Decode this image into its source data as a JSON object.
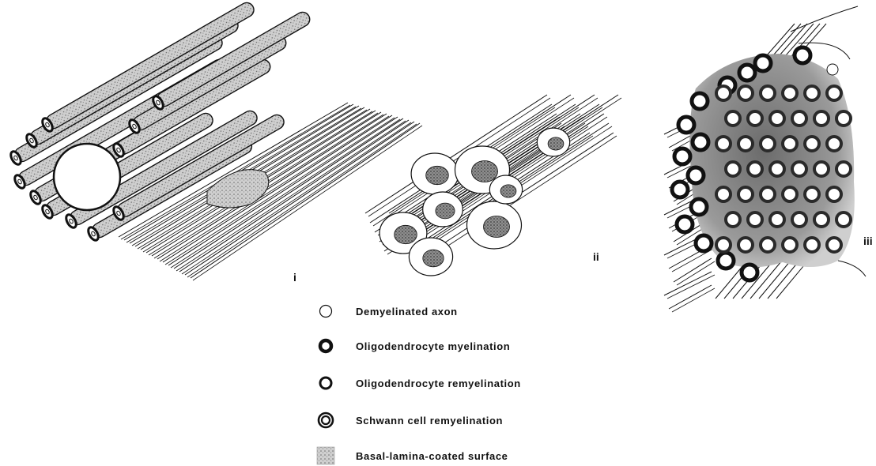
{
  "panels": [
    {
      "id": "i",
      "label": "i"
    },
    {
      "id": "ii",
      "label": "ii"
    },
    {
      "id": "iii",
      "label": "iii"
    }
  ],
  "legend": [
    {
      "key": "demyelinated",
      "label": "Demyelinated  axon",
      "icon": "thin-open-circle-icon"
    },
    {
      "key": "oligo_myelin",
      "label": "Oligodendrocyte  myelination",
      "icon": "thick-ring-icon"
    },
    {
      "key": "oligo_remyelin",
      "label": "Oligodendrocyte  remyelination",
      "icon": "medium-ring-icon"
    },
    {
      "key": "schwann_remyelin",
      "label": "Schwann  cell  remyelination",
      "icon": "double-ring-icon"
    },
    {
      "key": "basal_lamina",
      "label": "Basal-lamina-coated  surface",
      "icon": "stippled-square-icon"
    }
  ],
  "colors": {
    "ink": "#111111",
    "stipple_fill": "#c9c9c9",
    "paper": "#ffffff"
  }
}
